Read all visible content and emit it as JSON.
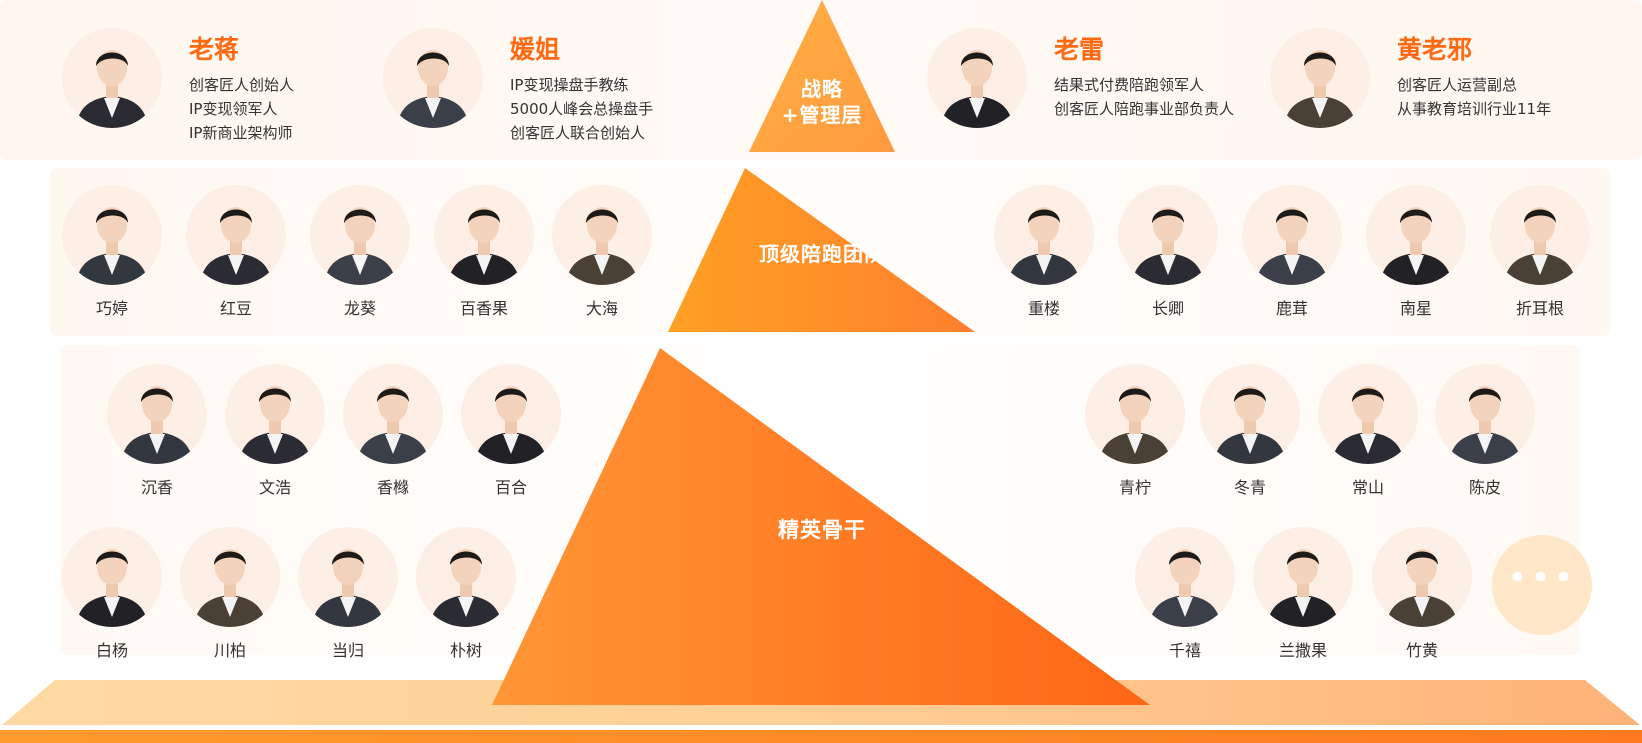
{
  "pyramid": {
    "tier1_label_line1": "战略",
    "tier1_label_line2": "+管理层",
    "tier2_label": "顶级陪跑团队",
    "tier3_label": "精英骨干"
  },
  "leaders": [
    {
      "name": "老蒋",
      "desc": [
        "创客匠人创始人",
        "IP变现领军人",
        "IP新商业架构师"
      ]
    },
    {
      "name": "媛姐",
      "desc": [
        "IP变现操盘手教练",
        "5000人峰会总操盘手",
        "创客匠人联合创始人"
      ]
    },
    {
      "name": "老雷",
      "desc": [
        "结果式付费陪跑领军人",
        "创客匠人陪跑事业部负责人"
      ]
    },
    {
      "name": "黄老邪",
      "desc": [
        "创客匠人运营副总",
        "从事教育培训行业11年"
      ]
    }
  ],
  "top_team": {
    "left": [
      "巧婷",
      "红豆",
      "龙葵",
      "百香果",
      "大海"
    ],
    "right": [
      "重楼",
      "长卿",
      "鹿茸",
      "南星",
      "折耳根"
    ]
  },
  "elite": {
    "row1_left": [
      "沉香",
      "文浩",
      "香橼",
      "百合"
    ],
    "row1_right": [
      "青柠",
      "冬青",
      "常山",
      "陈皮"
    ],
    "row2_left": [
      "白杨",
      "川柏",
      "当归",
      "朴树"
    ],
    "row2_right": [
      "千禧",
      "兰撒果",
      "竹黄"
    ]
  },
  "more_button": {
    "icon": "more-dots-icon",
    "glyph": "•••"
  },
  "colors": {
    "accent": "#ff6a13",
    "pyramid_light": "#ffa43b",
    "pyramid_dark": "#ff6a1e",
    "platform_light": "#ffcc88",
    "platform_dark": "#ff8a2a"
  }
}
